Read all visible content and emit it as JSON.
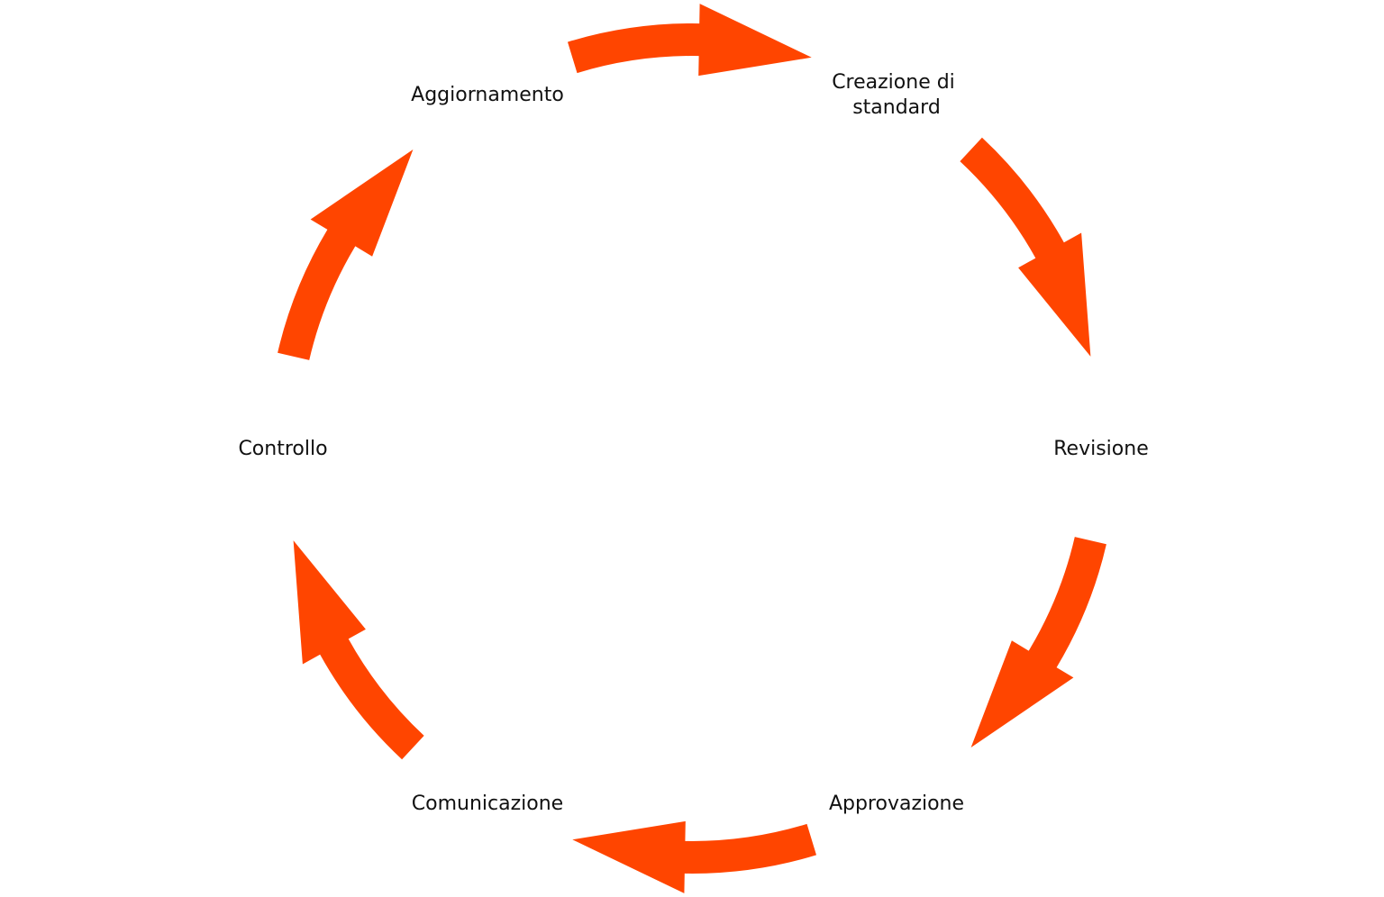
{
  "colors": {
    "arrow": "#FF4500",
    "text": "#111111",
    "background": "#FFFFFF"
  },
  "cycle": {
    "steps": [
      {
        "label_lines": [
          "Creazione di",
          "standard"
        ]
      },
      {
        "label_lines": [
          "Revisione"
        ]
      },
      {
        "label_lines": [
          "Approvazione"
        ]
      },
      {
        "label_lines": [
          "Comunicazione"
        ]
      },
      {
        "label_lines": [
          "Controllo"
        ]
      },
      {
        "label_lines": [
          "Aggiornamento"
        ]
      }
    ],
    "arrow_direction": "clockwise",
    "arrow_icon": "curved-arrow-icon"
  }
}
